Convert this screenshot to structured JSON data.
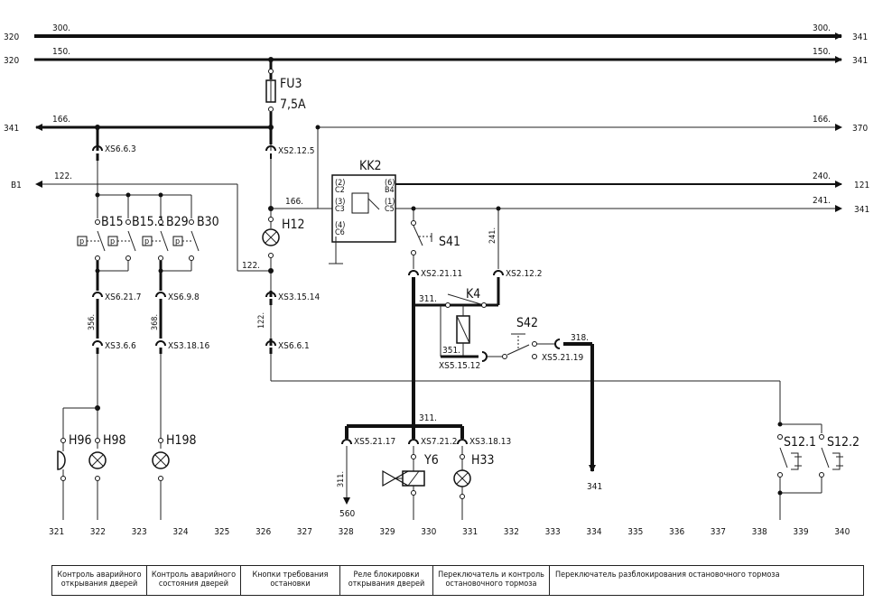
{
  "buses": {
    "b300": {
      "wire": "300.",
      "from": "320",
      "to": "341",
      "wire_right": "300."
    },
    "b150": {
      "wire": "150.",
      "from": "320",
      "to": "341",
      "wire_right": "150."
    },
    "b166": {
      "wire": "166.",
      "from": "341",
      "to": "370",
      "wire_right": "166."
    },
    "b122": {
      "wire": "122.",
      "from": "B1"
    },
    "b240": {
      "wire": "240.",
      "to": "121"
    },
    "b241": {
      "wire": "241.",
      "to": "341"
    }
  },
  "components": {
    "fu3": "FU3",
    "fu3_rating": "7,5A",
    "kk2": "KK2",
    "h12": "H12",
    "b15": "B15",
    "b151": "B15.1",
    "b29": "B29",
    "b30": "B30",
    "s41": "S41",
    "k4": "K4",
    "s42": "S42",
    "h96": "H96",
    "h98": "H98",
    "h198": "H198",
    "y6": "Y6",
    "h33": "H33",
    "s121": "S12.1",
    "s122": "S12.2",
    "p_symbol": "p"
  },
  "kk2_pins": [
    "(2)",
    "C2",
    "(3)",
    "C3",
    "(4)",
    "C6",
    "(6)",
    "B4",
    "(1)",
    "C5"
  ],
  "connectors": {
    "xs663": "XS6.6.3",
    "xs2125": "XS2.12.5",
    "xs6217": "XS6.21.7",
    "xs698": "XS6.9.8",
    "xs366": "XS3.6.6",
    "xs31816": "XS3.18.16",
    "xs31514": "XS3.15.14",
    "xs661": "XS6.6.1",
    "xs22111": "XS2.21.11",
    "xs2122": "XS2.12.2",
    "xs51512": "XS5.15.12",
    "xs52119": "XS5.21.19",
    "xs52117": "XS5.21.17",
    "xs7212": "XS7.21.2",
    "xs31813": "XS3.18.13"
  },
  "wires": {
    "w166_mid": "166.",
    "w122_mid": "122.",
    "w122_vert": "122.",
    "w241_vert": "241.",
    "w356": "356.",
    "w368": "368.",
    "w311_k4": "311.",
    "w311_mid": "311.",
    "w311_down": "311.",
    "w351": "351.",
    "w318": "318.",
    "w560": "560",
    "w341_bottom": "341"
  },
  "columns": [
    "321",
    "322",
    "323",
    "324",
    "325",
    "326",
    "327",
    "328",
    "329",
    "330",
    "331",
    "332",
    "333",
    "334",
    "335",
    "336",
    "337",
    "338",
    "339",
    "340"
  ],
  "legend": [
    "Контроль аварийного открывания дверей",
    "Контроль аварийного состояния дверей",
    "Кнопки требования остановки",
    "Реле блокировки открывания дверей",
    "Переключатель и контроль остановочного тормоза",
    "Переключатель разблокирования остановочного тормоза"
  ]
}
